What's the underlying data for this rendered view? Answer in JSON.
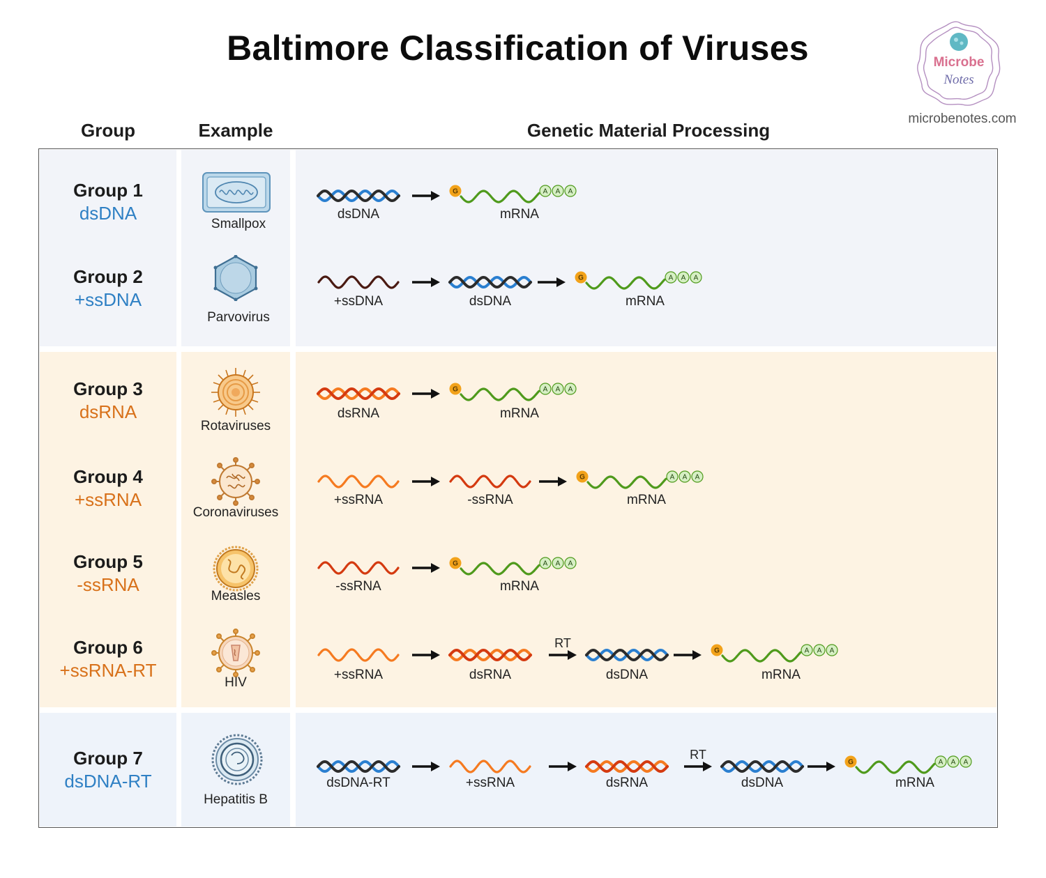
{
  "header": {
    "title": "Baltimore Classification of Viruses",
    "logo_word1": "Microbe",
    "logo_word2": "Notes",
    "site": "microbenotes.com"
  },
  "columns": {
    "group": "Group",
    "example": "Example",
    "processing": "Genetic Material Processing"
  },
  "groups": [
    {
      "name": "Group 1",
      "type": "dsDNA",
      "example": "Smallpox",
      "steps": [
        "dsDNA",
        "mRNA"
      ],
      "rt_before": []
    },
    {
      "name": "Group 2",
      "type": "+ssDNA",
      "example": "Parvovirus",
      "steps": [
        "+ssDNA",
        "dsDNA",
        "mRNA"
      ],
      "rt_before": []
    },
    {
      "name": "Group 3",
      "type": "dsRNA",
      "example": "Rotaviruses",
      "steps": [
        "dsRNA",
        "mRNA"
      ],
      "rt_before": []
    },
    {
      "name": "Group 4",
      "type": "+ssRNA",
      "example": "Coronaviruses",
      "steps": [
        "+ssRNA",
        "-ssRNA",
        "mRNA"
      ],
      "rt_before": []
    },
    {
      "name": "Group 5",
      "type": "-ssRNA",
      "example": "Measles",
      "steps": [
        "-ssRNA",
        "mRNA"
      ],
      "rt_before": []
    },
    {
      "name": "Group 6",
      "type": "+ssRNA-RT",
      "example": "HIV",
      "steps": [
        "+ssRNA",
        "dsRNA",
        "dsDNA",
        "mRNA"
      ],
      "rt_before": [
        2
      ]
    },
    {
      "name": "Group 7",
      "type": "dsDNA-RT",
      "example": "Hepatitis B",
      "steps": [
        "dsDNA-RT",
        "+ssRNA",
        "dsRNA",
        "dsDNA",
        "mRNA"
      ],
      "rt_before": [
        3
      ]
    }
  ],
  "rt_label": "RT",
  "cap_label": "G",
  "tail_label": "A",
  "colors": {
    "dna_blue": "#2a7fd0",
    "dna_dark": "#2c2c2c",
    "ssdna": "#4a1a12",
    "rna_orange": "#f57a20",
    "rna_red": "#d43a10",
    "mrna_green": "#4f9a1c",
    "cap": "#f2a21a",
    "tail_fill": "#d6efc4",
    "group_dna_text": "#2f80c4",
    "group_rna_text": "#d8711a"
  }
}
